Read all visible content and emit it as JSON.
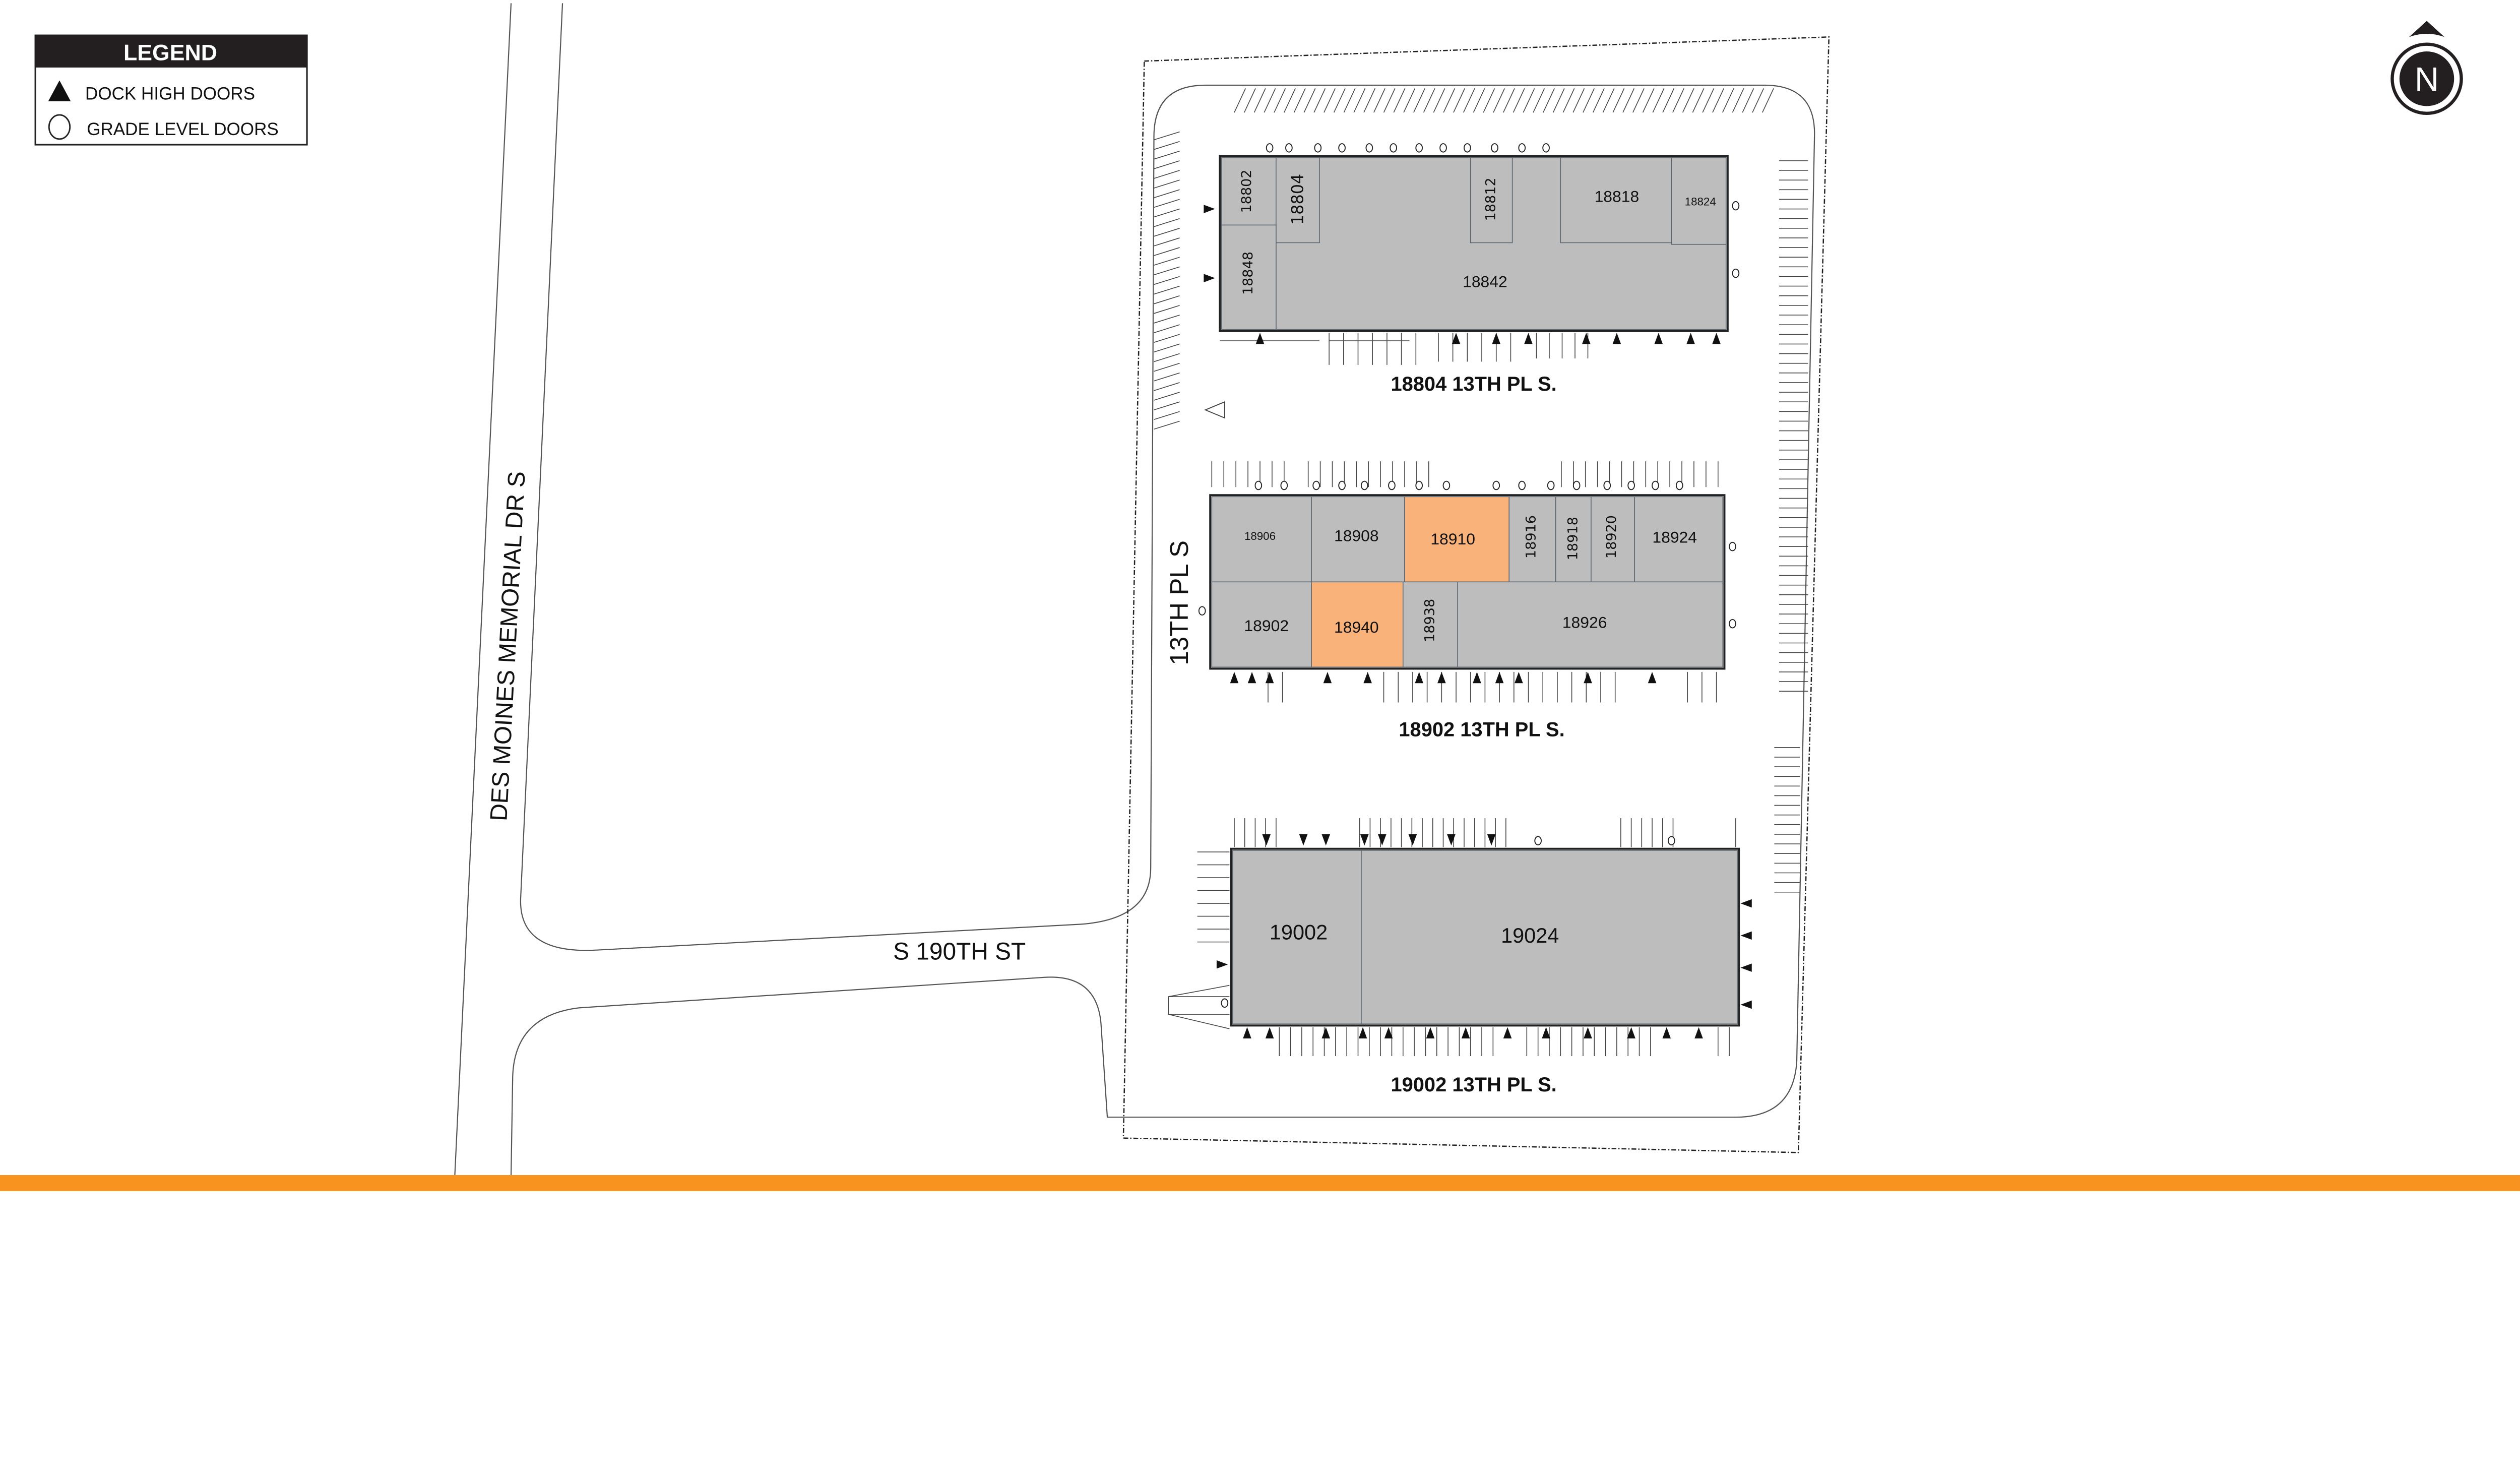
{
  "legend": {
    "title": "LEGEND",
    "items": [
      {
        "icon": "triangle-icon",
        "label": "DOCK HIGH DOORS"
      },
      {
        "icon": "circle-icon",
        "label": "GRADE LEVEL DOORS"
      }
    ]
  },
  "north_arrow": {
    "label": "N"
  },
  "streets": {
    "des_moines": "DES MOINES MEMORIAL DR S",
    "s190th": "S 190TH ST",
    "thirteenth": "13TH PL S"
  },
  "buildings": [
    {
      "address": "18804 13TH PL S.",
      "units": [
        "18802",
        "18804",
        "18812",
        "18818",
        "18824",
        "18848",
        "18842"
      ]
    },
    {
      "address": "18902 13TH PL S.",
      "units": [
        "18906",
        "18908",
        "18910",
        "18916",
        "18918",
        "18920",
        "18924",
        "18902",
        "18940",
        "18938",
        "18926"
      ],
      "highlighted": [
        "18910",
        "18940"
      ]
    },
    {
      "address": "19002 13TH PL S.",
      "units": [
        "19002",
        "19024"
      ]
    }
  ],
  "colors": {
    "unit": "#bdbdbd",
    "highlight": "#f8b27a",
    "footer_bar": "#f7931e"
  }
}
